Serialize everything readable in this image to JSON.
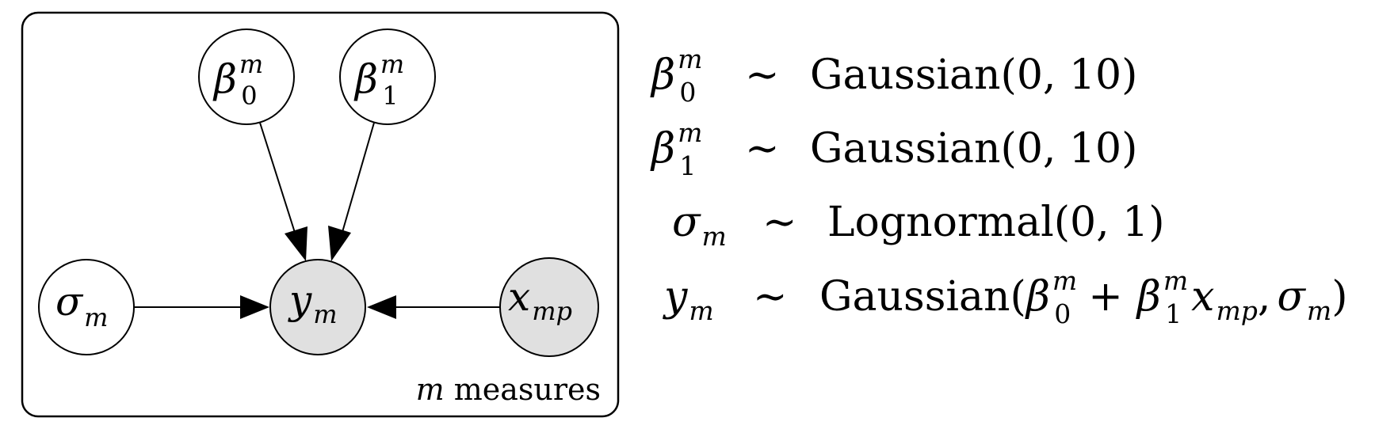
{
  "plate": {
    "label_var": "m",
    "label_text": "measures"
  },
  "nodes": {
    "beta0": {
      "sym": "β",
      "sup": "m",
      "sub": "0",
      "observed": false
    },
    "beta1": {
      "sym": "β",
      "sup": "m",
      "sub": "1",
      "observed": false
    },
    "sigma": {
      "sym": "σ",
      "sub": "m",
      "observed": false
    },
    "y": {
      "sym": "y",
      "sub": "m",
      "observed": true
    },
    "x": {
      "sym": "x",
      "sub": "mp",
      "observed": true
    }
  },
  "edges": [
    {
      "from": "beta0",
      "to": "y"
    },
    {
      "from": "beta1",
      "to": "y"
    },
    {
      "from": "sigma",
      "to": "y"
    },
    {
      "from": "x",
      "to": "y"
    }
  ],
  "equations": {
    "tilde": "∼",
    "eq1": {
      "lhs_sym": "β",
      "lhs_sup": "m",
      "lhs_sub": "0",
      "rhs": "Gaussian(0, 10)"
    },
    "eq2": {
      "lhs_sym": "β",
      "lhs_sup": "m",
      "lhs_sub": "1",
      "rhs": "Gaussian(0, 10)"
    },
    "eq3": {
      "lhs_sym": "σ",
      "lhs_sub": "m",
      "rhs": "Lognormal(0, 1)"
    },
    "eq4": {
      "lhs_sym": "y",
      "lhs_sub": "m",
      "rhs_dist": "Gaussian",
      "rhs_open": "(",
      "t1_sym": "β",
      "t1_sup": "m",
      "t1_sub": "0",
      "plus": "+",
      "t2_sym": "β",
      "t2_sup": "m",
      "t2_sub": "1",
      "t3_sym": "x",
      "t3_sub": "mp",
      "comma": ",",
      "t4_sym": "σ",
      "t4_sub": "m",
      "rhs_close": ")"
    }
  },
  "colors": {
    "observed_fill": "#e0e0e0",
    "latent_fill": "#ffffff",
    "stroke": "#000000"
  }
}
